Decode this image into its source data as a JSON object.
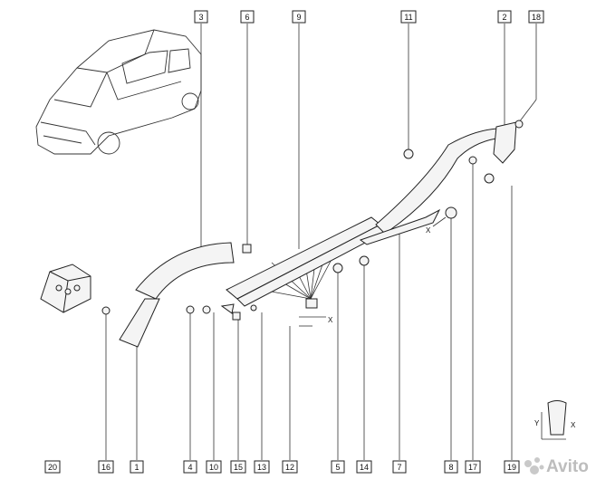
{
  "callouts": {
    "c3": "3",
    "c6": "6",
    "c9": "9",
    "c11": "11",
    "c2": "2",
    "c18": "18",
    "c20": "20",
    "c16": "16",
    "c1": "1",
    "c4": "4",
    "c10": "10",
    "c15": "15",
    "c13": "13",
    "c12": "12",
    "c5": "5",
    "c14": "14",
    "c7": "7",
    "c8": "8",
    "c17": "17",
    "c19": "19"
  },
  "dimension_labels": {
    "x1": "X",
    "x2": "X",
    "x3": "X",
    "y1": "Y"
  },
  "watermark": "Avito"
}
